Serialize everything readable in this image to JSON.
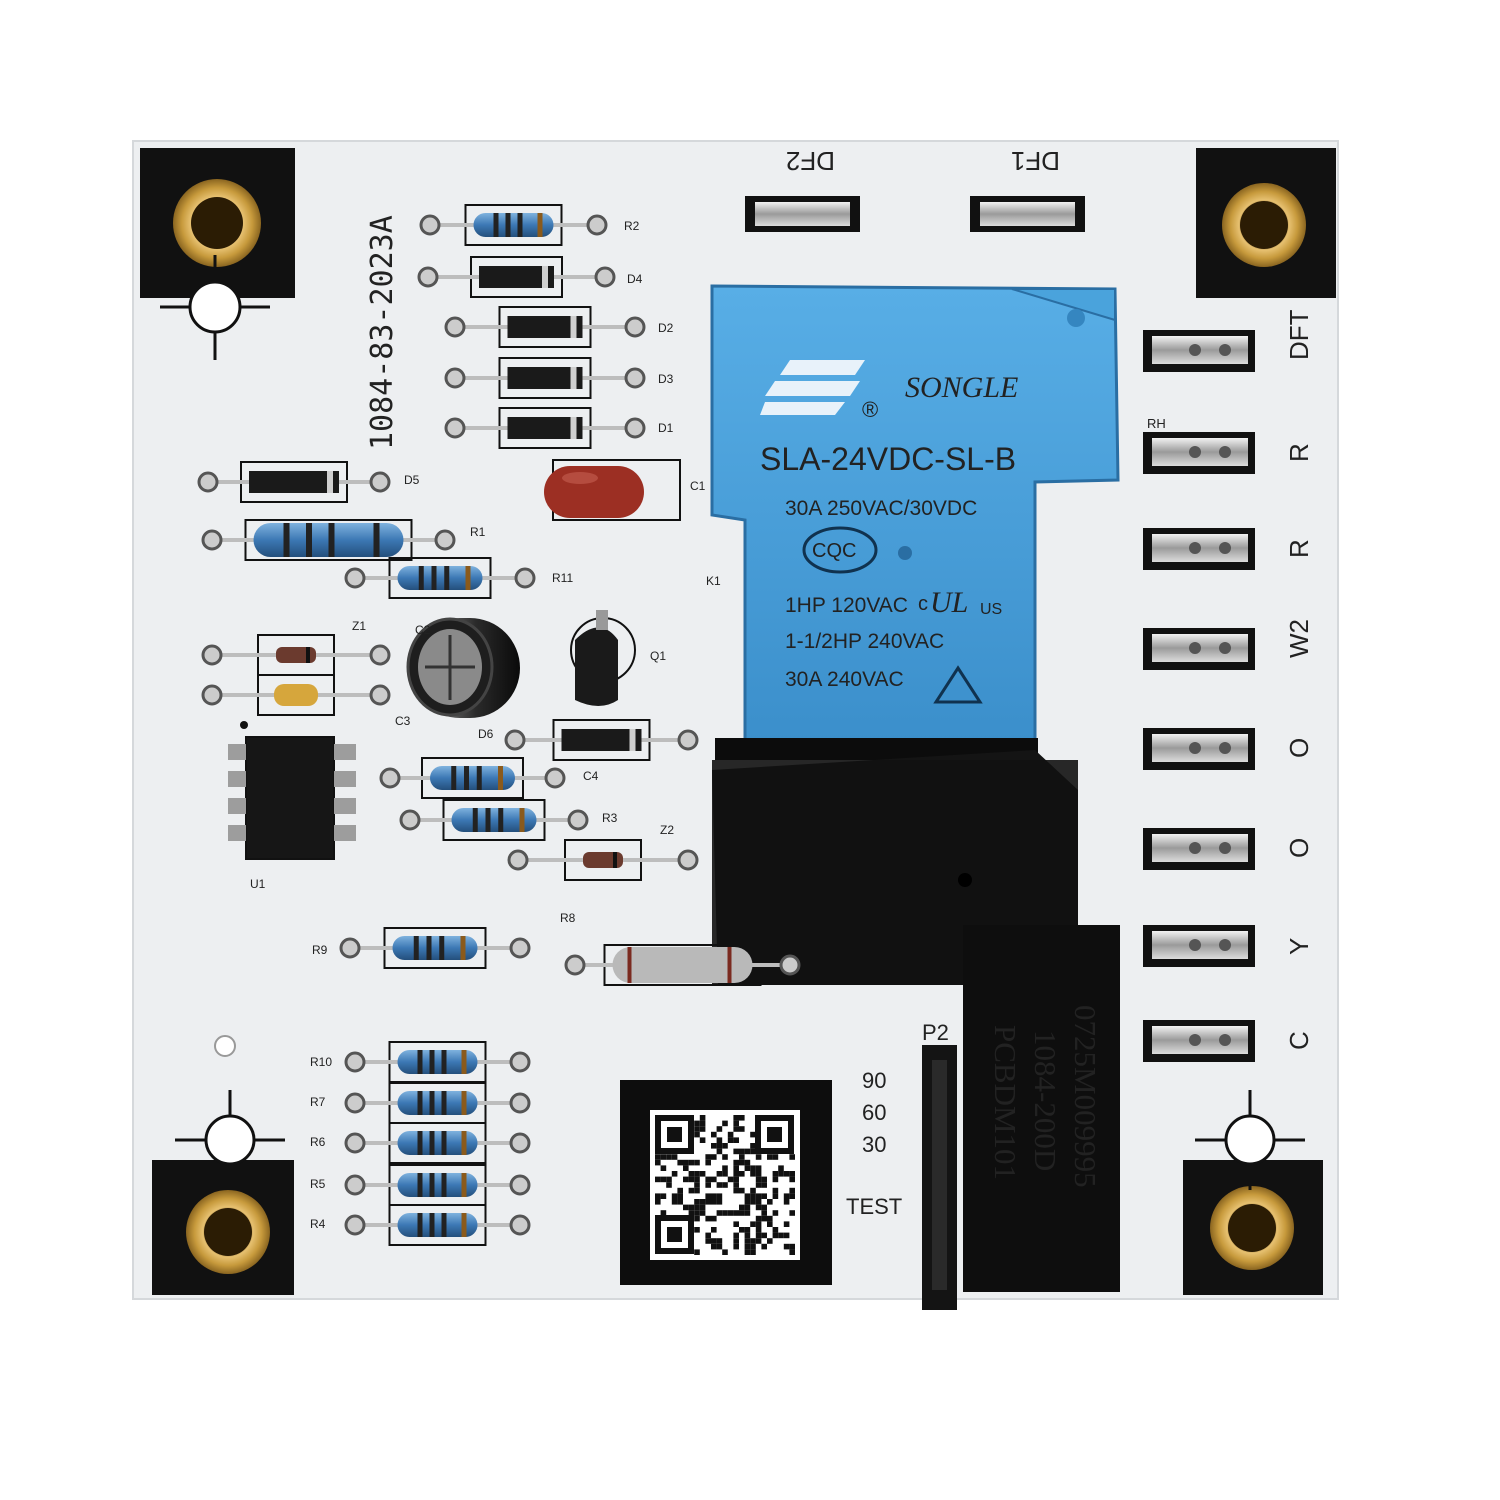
{
  "board": {
    "part_number_vertical": "1084-83-2023A",
    "colors": {
      "pcb": "#eef0f2",
      "mask_black": "#111111",
      "relay_blue": "#3f96d3",
      "brass": "#c79a3c"
    }
  },
  "relay": {
    "brand": "SONGLE",
    "registered": "®",
    "model": "SLA-24VDC-SL-B",
    "rating1": "30A  250VAC/30VDC",
    "cert": "CQC",
    "rating2": "1HP  120VAC",
    "rating3": "1-1/2HP 240VAC",
    "rating4": "30A  240VAC",
    "ul_mark": "c",
    "ul_us": "US",
    "reference": "K1"
  },
  "top_terminals": [
    "DF2",
    "DF1"
  ],
  "side_terminals": [
    "DFT",
    "R",
    "R",
    "W2",
    "O",
    "O",
    "Y",
    "C"
  ],
  "side_terminal_mark": "RH",
  "components": {
    "resistors": [
      "R2",
      "R1",
      "R11",
      "R3",
      "R9",
      "R8",
      "R10",
      "R7",
      "R6",
      "R5",
      "R4"
    ],
    "diodes": [
      "D4",
      "D2",
      "D3",
      "D1",
      "D5",
      "D6"
    ],
    "zeners": [
      "Z1",
      "Z2"
    ],
    "caps": [
      "C1",
      "C2",
      "C3",
      "C4"
    ],
    "transistor": "Q1",
    "ic": "U1"
  },
  "header": {
    "name": "P2",
    "positions": [
      "90",
      "60",
      "30",
      "TEST"
    ]
  },
  "label": {
    "line1": "0725M009995",
    "line2": "1084-200D",
    "line3": "PCBDM101"
  },
  "qr": {
    "icon": "qr-code-icon"
  }
}
